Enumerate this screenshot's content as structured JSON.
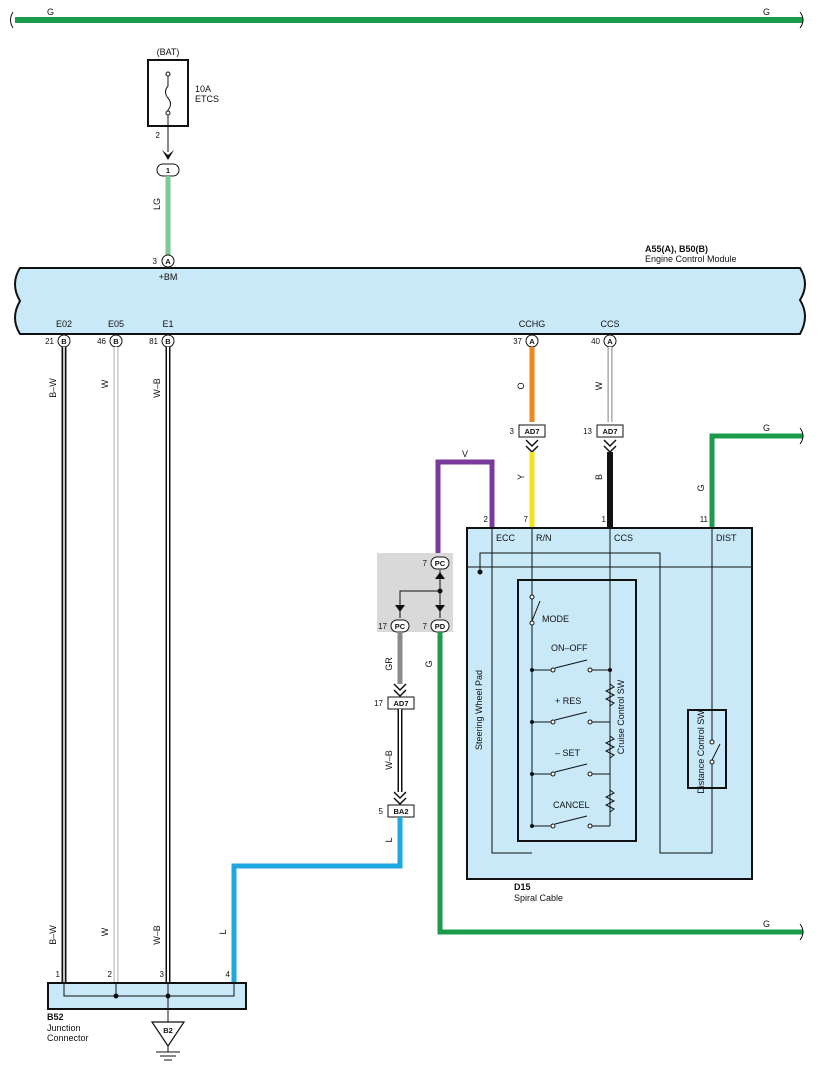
{
  "colors": {
    "green": "#1a9c4b",
    "light_green": "#7dc995",
    "orange": "#f0861e",
    "yellow": "#f5e21a",
    "black": "#111111",
    "white_wire": "#d8d8d8",
    "blue": "#1ea7e1",
    "violet": "#7a3a9a",
    "gray": "#8a8a8a",
    "box_fill": "#c9e9f8",
    "shade": "#d9d9d9"
  },
  "top_bus": {
    "left_label": "G",
    "right_label": "G"
  },
  "fuse": {
    "source": "(BAT)",
    "rating": "10A",
    "name": "ETCS",
    "pin": "2",
    "connector": "1",
    "wire": "LG"
  },
  "ecm": {
    "id": "A55(A), B50(B)",
    "name": "Engine Control Module",
    "power_pin": {
      "num": "3",
      "conn": "A",
      "label": "+BM"
    },
    "bottom_pins": [
      {
        "num": "21",
        "conn": "B",
        "label": "E02"
      },
      {
        "num": "46",
        "conn": "B",
        "label": "E05"
      },
      {
        "num": "81",
        "conn": "B",
        "label": "E1"
      },
      {
        "num": "37",
        "conn": "A",
        "label": "CCHG"
      },
      {
        "num": "40",
        "conn": "A",
        "label": "CCS"
      }
    ]
  },
  "wires": {
    "e02_top": "B–W",
    "e05_top": "W",
    "e1_top": "W–B",
    "cchg": "O",
    "ccs": "W",
    "rn": "Y",
    "ccs_lower": "B",
    "ecc": "V",
    "dist_top": "G",
    "dist_wire": "G",
    "pc": "GR",
    "pd": "G",
    "ad7_lower": "W–B",
    "ba2": "L",
    "e02_bot": "B–W",
    "e05_bot": "W",
    "e1_bot": "W–B",
    "jc4": "L",
    "bottom_right": "G"
  },
  "connectors": {
    "ad7_cchg": {
      "num": "3",
      "name": "AD7"
    },
    "ad7_ccs": {
      "num": "13",
      "name": "AD7"
    },
    "pc_top": {
      "num": "7",
      "name": "PC"
    },
    "pc_left": {
      "num": "17",
      "name": "PC"
    },
    "pd": {
      "num": "7",
      "name": "PD"
    },
    "ad7_mid": {
      "num": "17",
      "name": "AD7"
    },
    "ba2": {
      "num": "5",
      "name": "BA2"
    }
  },
  "d15": {
    "id": "D15",
    "name": "Spiral Cable",
    "pins": [
      {
        "num": "2",
        "label": "ECC"
      },
      {
        "num": "7",
        "label": "R/N"
      },
      {
        "num": "1",
        "label": "CCS"
      },
      {
        "num": "11",
        "label": "DIST"
      }
    ],
    "pad_label": "Steering Wheel Pad",
    "switch_group": "Cruise Control SW",
    "switches": [
      "MODE",
      "ON–OFF",
      "+ RES",
      "– SET",
      "CANCEL"
    ],
    "distance_switch": "Distance Control SW"
  },
  "junction": {
    "id": "B52",
    "name_line1": "Junction",
    "name_line2": "Connector",
    "pins": [
      "1",
      "2",
      "3",
      "4"
    ],
    "ground": "B2"
  }
}
